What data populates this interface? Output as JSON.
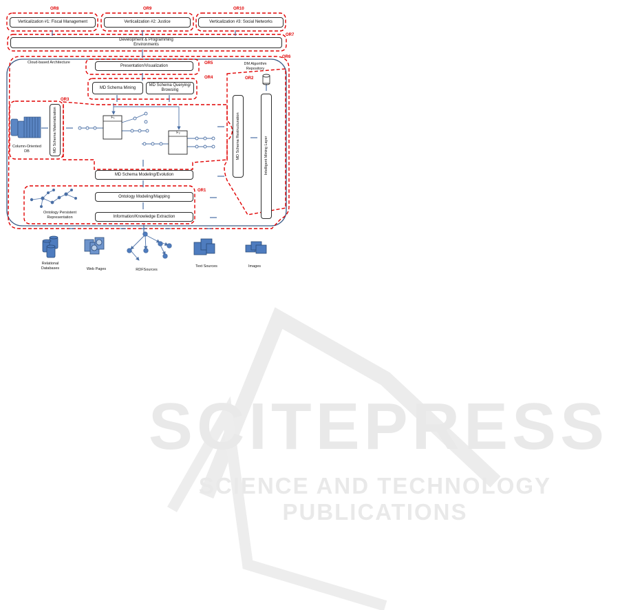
{
  "watermark": {
    "title": "SCITEPRESS",
    "subtitle": "SCIENCE AND TECHNOLOGY PUBLICATIONS"
  },
  "diagram": {
    "or_labels": {
      "or1": "OR1",
      "or2": "OR2",
      "or3": "OR3",
      "or4": "OR4",
      "or5": "OR5",
      "or6": "OR6",
      "or7": "OR7",
      "or8": "OR8",
      "or9": "OR9",
      "or10": "OR10"
    },
    "verticalizations": {
      "fiscal": "Verticalization #1: Fiscal Management",
      "justice": "Verticalization #2: Justice",
      "social": "Verticalization #3: Social Networks"
    },
    "dev_env": "Development & Programming Environments",
    "cloud_label": "Cloud-based Architecture",
    "dm_repo": "DM Algorithm Repository",
    "presentation": "Presentation/Visualization",
    "md_mining": "MD Schema Mining",
    "md_querying": "MD Schema Querying/ Browsing",
    "md_materialization": "MD Schema Materialization",
    "column_db": "Column-Oriented DB",
    "md_restructuration": "MD Schema Restructuration",
    "intelligent_mining": "Intelligent Mining Layer",
    "md_modeling": "MD Schema Modeling/Evolution",
    "ontology_modeling": "Ontology Modeling/Mapping",
    "info_extraction": "Information/Knowledge Extraction",
    "ontology_repr": "Ontology Persistent Representation",
    "fact1": "F₁",
    "fact2": "F₂",
    "sources": {
      "relational": "Relational Databases",
      "web": "Web Pages",
      "rdf": "RDFSources",
      "text": "Text Sources",
      "images": "Images"
    }
  }
}
